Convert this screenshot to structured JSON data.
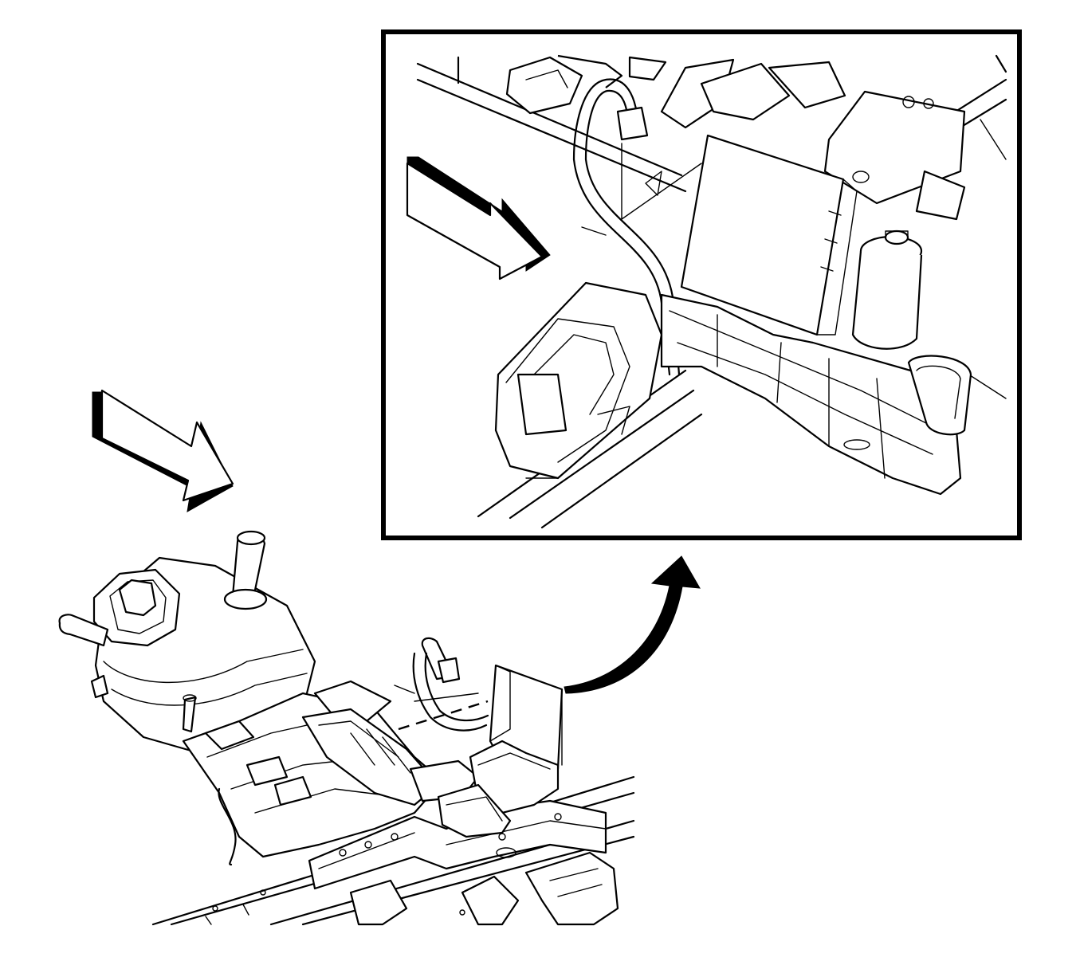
{
  "figure": {
    "type": "line-art service diagram",
    "palette": {
      "line": "#000000",
      "background": "#ffffff"
    },
    "parts": [
      {
        "name": "view-direction-arrow",
        "icon": "block-arrow-icon"
      },
      {
        "name": "callout-arrow",
        "icon": "curved-arrow-icon"
      },
      {
        "name": "detail-inset",
        "icon": "magnified-view-frame"
      },
      {
        "name": "module-bracket",
        "icon": "electronic-module"
      },
      {
        "name": "wiring-harness",
        "icon": "harness-connector"
      },
      {
        "name": "frame-rail",
        "icon": "vehicle-frame-rail"
      },
      {
        "name": "reservoir-assembly",
        "icon": "fluid-reservoir"
      }
    ]
  }
}
